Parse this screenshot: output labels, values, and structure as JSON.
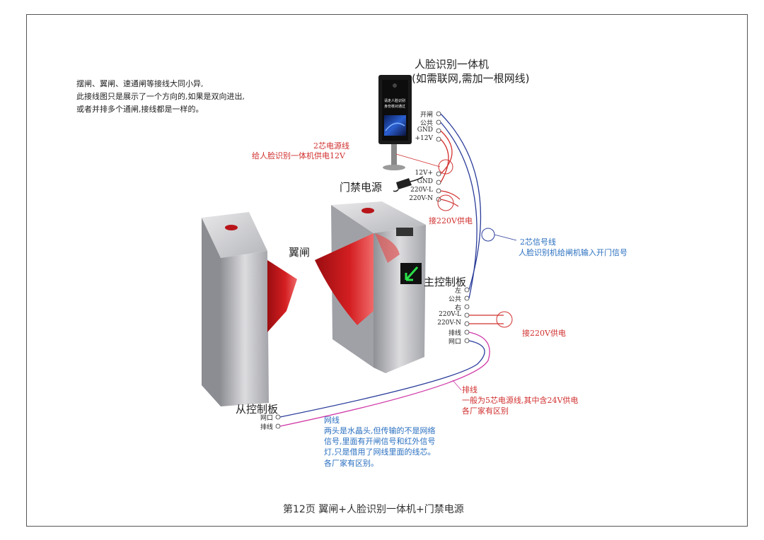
{
  "intro": {
    "line1": "摆闸、翼闸、速通闸等接线大同小异,",
    "line2": "此接线图只是展示了一个方向的,如果是双向进出,",
    "line3": "或者并排多个通闸,接线都是一样的。"
  },
  "face_unit": {
    "title": "人脸识别一体机",
    "subtitle": "(如需联网,需加一根网线)",
    "screen_text1": "请走人脸识别",
    "screen_text2": "身份核对通过",
    "terminals": [
      "开闸",
      "公共",
      "GND",
      "+12V"
    ]
  },
  "power_supply": {
    "title": "门禁电源",
    "terminals": [
      "12V+",
      "GND",
      "220V-L",
      "220V-N"
    ]
  },
  "annotations": {
    "power_wire_title": "2芯电源线",
    "power_wire_desc": "给人脸识别一体机供电12V",
    "supply_220_a": "接220V供电",
    "signal_wire_title": "2芯信号线",
    "signal_wire_desc": "人脸识别机给闸机输入开门信号",
    "supply_220_b": "接220V供电",
    "flat_cable_title": "排线",
    "flat_cable_desc1": "一般为5芯电源线,其中含24V供电",
    "flat_cable_desc2": "各厂家有区别",
    "net_title": "网线",
    "net_desc1": "两头是水晶头,但传输的不是网络",
    "net_desc2": "信号,里面有开闸信号和红外信号",
    "net_desc3": "灯,只是借用了网线里面的线芯。",
    "net_desc4": "各厂家有区别。"
  },
  "gate": {
    "wing_label": "翼闸",
    "main_board_title": "主控制板",
    "main_terminals": [
      "左",
      "公共",
      "右",
      "220V-L",
      "220V-N",
      "排线",
      "网口"
    ],
    "slave_board_title": "从控制板",
    "slave_terminals": [
      "网口",
      "排线"
    ]
  },
  "caption": "第12页 翼闸+人脸识别一体机+门禁电源",
  "colors": {
    "red_wire": "#d0302f",
    "blue_wire": "#2a3c9a",
    "magenta_wire": "#d03aa8",
    "note_blue": "#2a6fc0",
    "steel": "#c9c9cc",
    "wing_red": "#c8191b"
  }
}
